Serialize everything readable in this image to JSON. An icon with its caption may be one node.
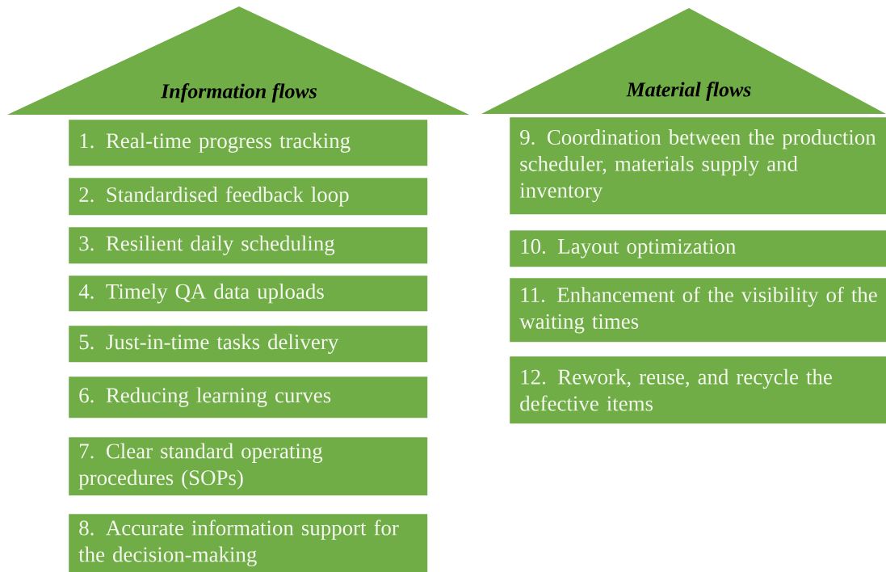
{
  "diagram": {
    "nodes": [
      {
        "text": [
          "Information flows"
        ]
      },
      {
        "text": [
          "1. Real-time progress tracking"
        ]
      },
      {
        "text": [
          "2. Standardised feedback loop"
        ]
      },
      {
        "text": [
          "3. Resilient daily scheduling"
        ]
      },
      {
        "text": [
          "4. Timely QA data uploads"
        ]
      },
      {
        "text": [
          "5. Just-in-time tasks delivery"
        ]
      },
      {
        "text": [
          "6. Reducing learning curves"
        ]
      },
      {
        "text": [
          "7. Clear standard operating procedures (SOPs)"
        ]
      },
      {
        "text": [
          "8. Accurate information support for the decision-making"
        ]
      },
      {
        "text": [
          "Material flows"
        ]
      },
      {
        "text": [
          "9. Coordination between the production scheduler, materials supply and inventory"
        ]
      },
      {
        "text": [
          "10. Layout optimization"
        ]
      },
      {
        "text": [
          "11. Enhancement of the visibility of the waiting times"
        ]
      },
      {
        "text": [
          "12. Rework, reuse, and recycle the defective items"
        ]
      }
    ]
  }
}
